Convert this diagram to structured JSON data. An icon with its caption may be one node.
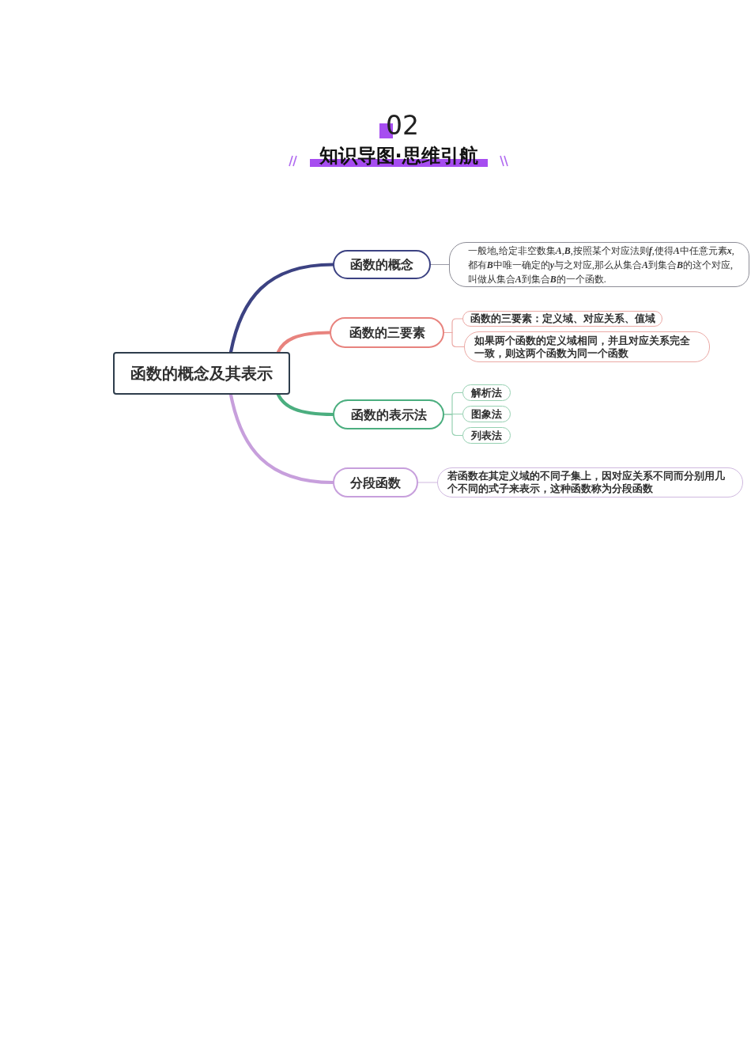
{
  "diagram": {
    "title": "知识导图·思维引航",
    "nodes": [
      {
        "text": [
          "函数的概念及其表示"
        ]
      },
      {
        "text": [
          "函数的概念"
        ]
      },
      {
        "text": [
          "一般地,给定非空数集A,B,按照某个对应法则f,使得A中任意元素x,都有B中唯一确定的y与之对应,那么从集合A到集合B的这个对应,叫做从集合A到集合B的一个函数."
        ]
      },
      {
        "text": [
          "函数的三要素"
        ]
      },
      {
        "text": [
          "函数的三要素：定义域、对应关系、值域"
        ]
      },
      {
        "text": [
          "如果两个函数的定义域相同，并且对应关系完全一致，则这两个函数为同一个函数"
        ]
      },
      {
        "text": [
          "函数的表示法"
        ]
      },
      {
        "text": [
          "解析法"
        ]
      },
      {
        "text": [
          "图象法"
        ]
      },
      {
        "text": [
          "列表法"
        ]
      },
      {
        "text": [
          "分段函数"
        ]
      },
      {
        "text": [
          "若函数在其定义域的不同子集上，因对应关系不同而分别用几个不同的式子来表示，这种函数称为分段函数"
        ]
      }
    ],
    "edges": [
      {
        "from": 0,
        "to": 1,
        "arrow": "none",
        "style": "thick",
        "color": "#3c4282"
      },
      {
        "from": 1,
        "to": 2,
        "arrow": "none",
        "color": "#9a9aa6"
      },
      {
        "from": 0,
        "to": 3,
        "arrow": "none",
        "style": "thick",
        "color": "#e8837e"
      },
      {
        "from": 3,
        "to": 4,
        "arrow": "none",
        "color": "#eba9a5"
      },
      {
        "from": 3,
        "to": 5,
        "arrow": "none",
        "color": "#eba9a5"
      },
      {
        "from": 0,
        "to": 6,
        "arrow": "none",
        "style": "thick",
        "color": "#4bae7f"
      },
      {
        "from": 6,
        "to": 7,
        "arrow": "none",
        "color": "#95d0b1"
      },
      {
        "from": 6,
        "to": 8,
        "arrow": "none",
        "color": "#95d0b1"
      },
      {
        "from": 6,
        "to": 9,
        "arrow": "none",
        "color": "#95d0b1"
      },
      {
        "from": 0,
        "to": 10,
        "arrow": "none",
        "style": "thick",
        "color": "#c79fdc"
      },
      {
        "from": 10,
        "to": 11,
        "arrow": "none",
        "color": "#cfb8df"
      }
    ],
    "labels": [
      "02"
    ]
  }
}
